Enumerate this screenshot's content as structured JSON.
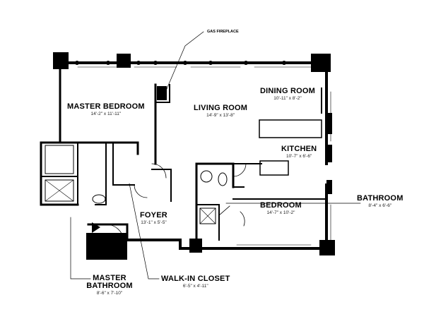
{
  "plan": {
    "callout_gas_fireplace": "GAS FIREPLACE",
    "rooms": {
      "master_bedroom": {
        "name": "MASTER BEDROOM",
        "dims": "14'-2\" x 11'-11\""
      },
      "living_room": {
        "name": "LIVING ROOM",
        "dims": "14'-9\" x 13'-8\""
      },
      "dining_room": {
        "name": "DINING ROOM",
        "dims": "10'-11\" x 8'-2\""
      },
      "kitchen": {
        "name": "KITCHEN",
        "dims": "10'-7\" x 6'-6\""
      },
      "bedroom": {
        "name": "BEDROOM",
        "dims": "14'-7\" x 10'-2\""
      },
      "bathroom": {
        "name": "BATHROOM",
        "dims": "8'-4\" x 6'-6\""
      },
      "foyer": {
        "name": "FOYER",
        "dims": "13'-1\" x 5'-5\""
      },
      "walk_in_closet": {
        "name": "WALK-IN CLOSET",
        "dims": "6'-5\" x 4'-11\""
      },
      "master_bathroom": {
        "name": "MASTER BATHROOM",
        "dims": "8'-6\" x 7'-10\""
      }
    }
  }
}
